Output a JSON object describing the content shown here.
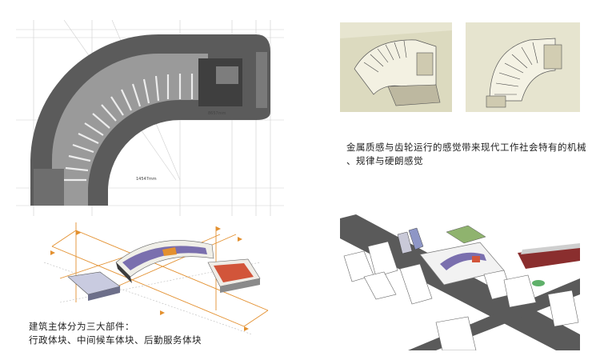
{
  "plan": {
    "dimension_label_1": "8657mm",
    "dimension_label_2": "14547mm"
  },
  "caption_right": {
    "line1": "金属质感与齿轮运行的感觉带来现代工作社会特有的机械",
    "line2": "、规律与硬朗感觉"
  },
  "caption_left": {
    "line1": "建筑主体分为三大部件：",
    "line2": "行政体块、中间候车体块、后勤服务体块"
  },
  "colors": {
    "plan_dark": "#555555",
    "model_bg": "#e6e4cf",
    "orange_axis": "#e3902f",
    "purple_roof": "#7a6fae",
    "site_green": "#8fb36e",
    "red_block": "#8a2e2e"
  }
}
